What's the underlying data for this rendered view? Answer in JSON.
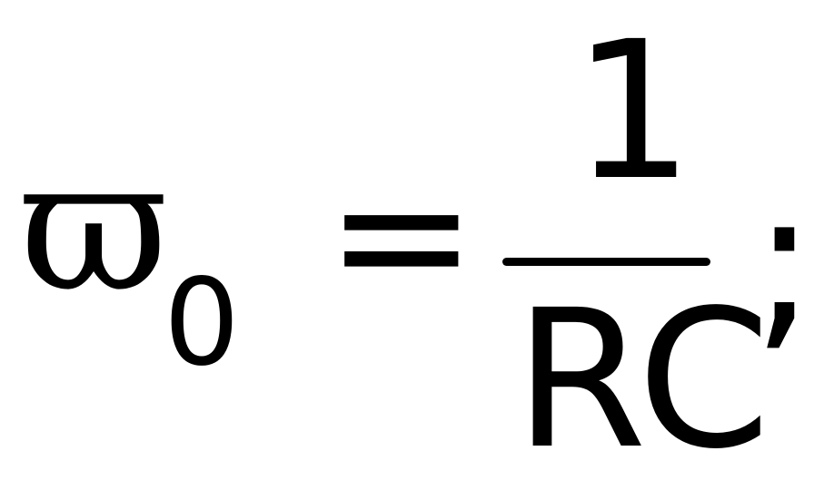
{
  "formula": {
    "symbol": "ϖ",
    "subscript": "0",
    "relation": "=",
    "numerator": "1",
    "denominator": "RC",
    "terminator": ";"
  },
  "colors": {
    "text": "#000000",
    "background": "#ffffff"
  }
}
